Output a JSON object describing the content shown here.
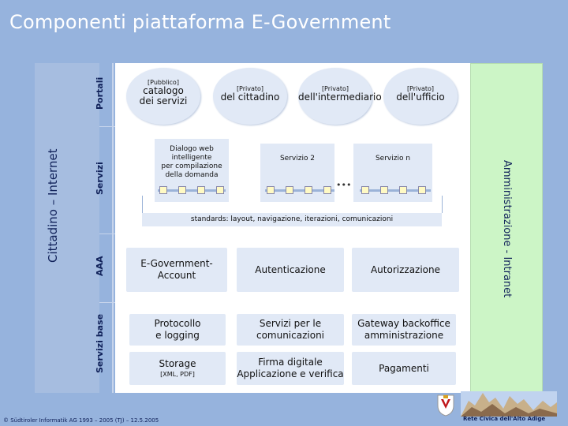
{
  "title": "Componenti piattaforma E-Government",
  "side_left": "Cittadino – Internet",
  "side_right": "Amministrazione - Intranet",
  "sections": {
    "portali": "Portali",
    "servizi": "Servizi",
    "aaa": "AAA",
    "servizi_base": "Servizi base"
  },
  "portals": [
    {
      "tag": "[Pubblico]",
      "line1": "catalogo",
      "line2": "dei servizi"
    },
    {
      "tag": "[Privato]",
      "line1": "del cittadino",
      "line2": ""
    },
    {
      "tag": "[Privato]",
      "line1": "dell'intermediario",
      "line2": ""
    },
    {
      "tag": "[Privato]",
      "line1": "dell'ufficio",
      "line2": ""
    }
  ],
  "services": {
    "dialogo": [
      "Dialogo web",
      "intelligente",
      "per compilazione",
      "della domanda"
    ],
    "servizio2": "Servizio 2",
    "servizion": "Servizio n",
    "ellipsis": "•••",
    "standards": "standards: layout, navigazione, iterazioni, comunicazioni"
  },
  "aaa": [
    "E-Government-Account",
    "Autenticazione",
    "Autorizzazione"
  ],
  "base": [
    {
      "line1": "Protocollo",
      "line2": "e logging",
      "small": ""
    },
    {
      "line1": "Servizi per le",
      "line2": "comunicazioni",
      "small": ""
    },
    {
      "line1": "Gateway backoffice",
      "line2": "amministrazione",
      "small": ""
    },
    {
      "line1": "Storage",
      "line2": "",
      "small": "[XML, PDF]"
    },
    {
      "line1": "Firma digitale",
      "line2": "Applicazione e verifica",
      "small": ""
    },
    {
      "line1": "Pagamenti",
      "line2": "",
      "small": ""
    }
  ],
  "footer": "© Südtiroler Informatik AG 1993 – 2005 (TJ) – 12.5.2005",
  "rete": "Rete Civica dell'Alto Adige",
  "colors": {
    "background": "#96b3dd",
    "intranet": "#ccf5c6",
    "box": "#e1e9f6",
    "text_dark": "#11225a"
  }
}
